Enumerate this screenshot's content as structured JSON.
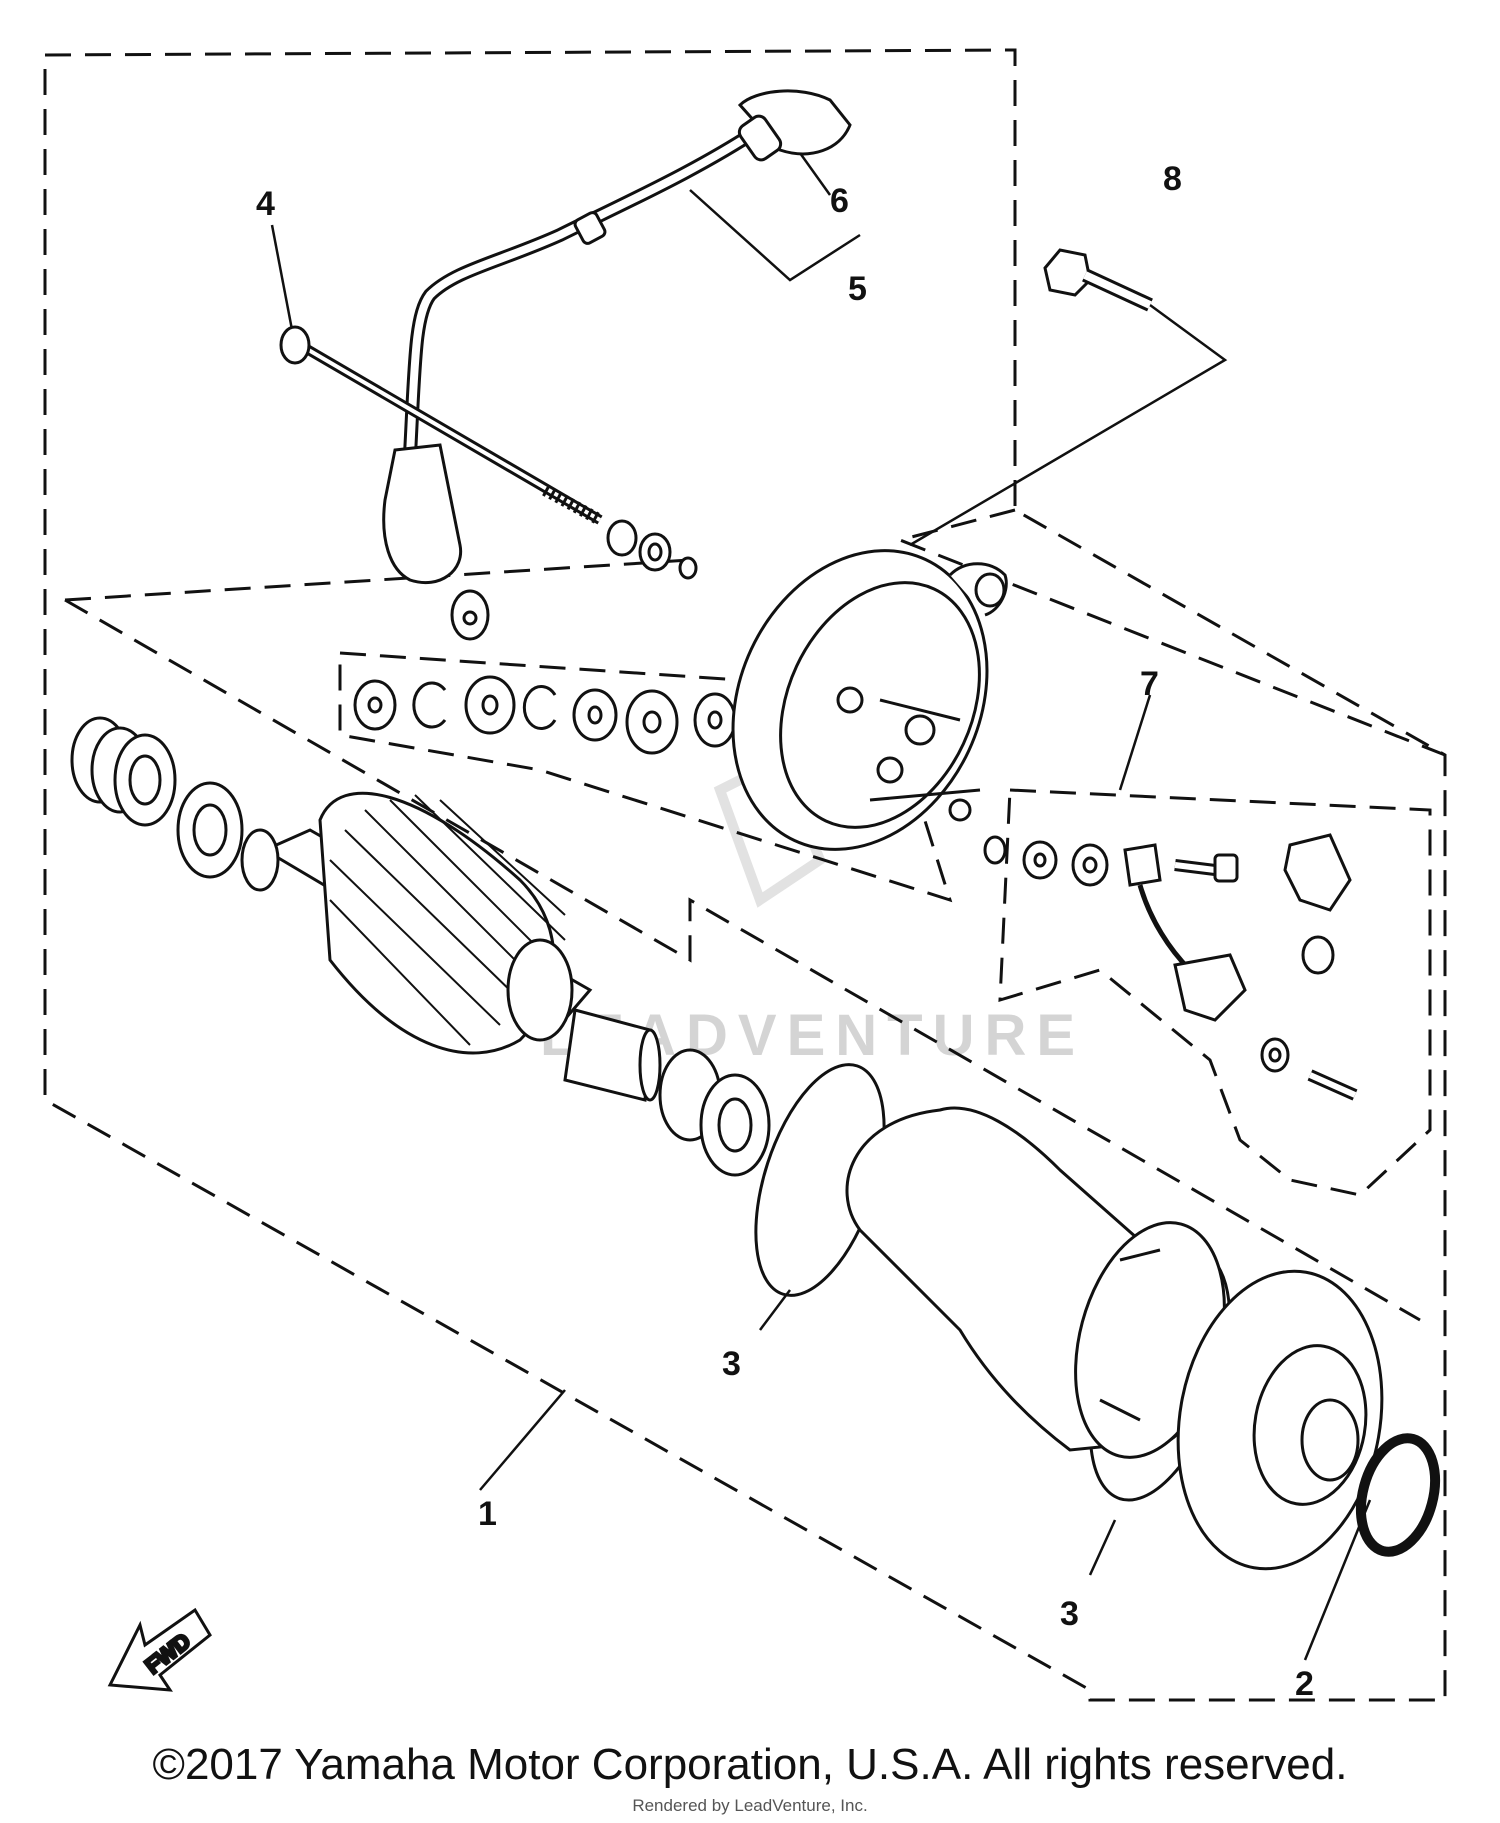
{
  "diagram": {
    "callouts": {
      "c1": "1",
      "c2": "2",
      "c3a": "3",
      "c3b": "3",
      "c4": "4",
      "c5": "5",
      "c6": "6",
      "c7": "7",
      "c8": "8"
    },
    "fwd_label": "FWD",
    "watermark": "LEADVENTURE"
  },
  "footer": {
    "copyright": "©2017 Yamaha Motor Corporation, U.S.A. All rights reserved.",
    "rendered_by": "Rendered by LeadVenture, Inc."
  }
}
